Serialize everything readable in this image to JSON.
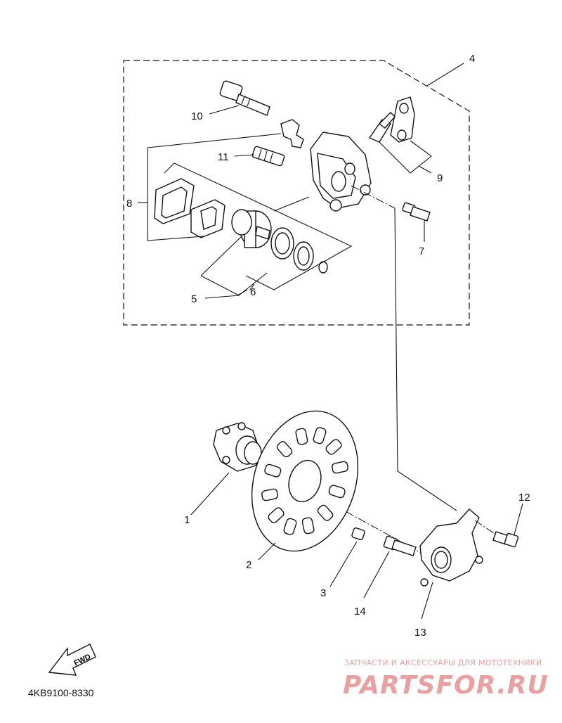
{
  "callouts": [
    {
      "id": "4",
      "text": "4"
    },
    {
      "id": "10",
      "text": "10"
    },
    {
      "id": "11",
      "text": "11"
    },
    {
      "id": "8",
      "text": "8"
    },
    {
      "id": "9",
      "text": "9"
    },
    {
      "id": "7",
      "text": "7"
    },
    {
      "id": "5",
      "text": "5"
    },
    {
      "id": "6",
      "text": "6"
    },
    {
      "id": "1",
      "text": "1"
    },
    {
      "id": "2",
      "text": "2"
    },
    {
      "id": "3",
      "text": "3"
    },
    {
      "id": "14",
      "text": "14"
    },
    {
      "id": "13",
      "text": "13"
    },
    {
      "id": "12",
      "text": "12"
    }
  ],
  "fwd_label": "FWD",
  "drawing_code": "4KB9100-8330",
  "watermark": {
    "tagline": "ЗАПЧАСТИ И АКСЕССУАРЫ ДЛЯ МОТОТЕХНИКИ",
    "brand": "PARTSFOR.RU",
    "color": "#e8a0a0"
  }
}
